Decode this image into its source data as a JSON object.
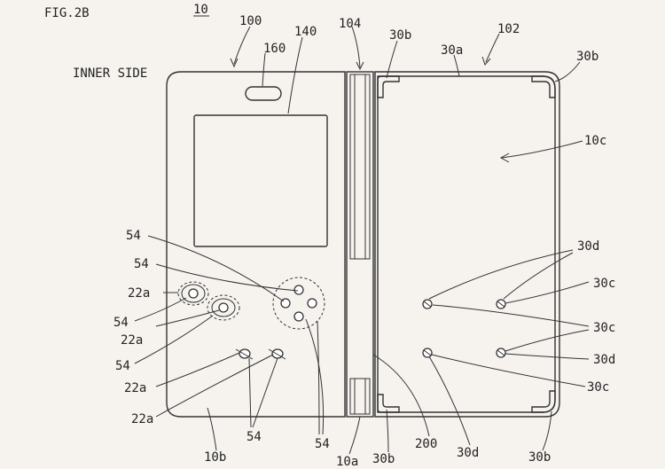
{
  "figure": {
    "title": "FIG.2B",
    "ref_main": "10",
    "side_label": "INNER SIDE"
  },
  "labels": {
    "l100": "100",
    "l104": "104",
    "l102": "102",
    "l140": "140",
    "l160": "160",
    "l30a": "30a",
    "l30b_top": "30b",
    "l30b_right": "30b",
    "l10c": "10c",
    "l54_a": "54",
    "l54_b": "54",
    "l54_c": "54",
    "l54_d": "54",
    "l54_e": "54",
    "l54_f": "54",
    "l22a_a": "22a",
    "l22a_b": "22a",
    "l22a_c": "22a",
    "l22a_d": "22a",
    "l30d_top": "30d",
    "l30c_a": "30c",
    "l30c_b": "30c",
    "l30d_right": "30d",
    "l30c_c": "30c",
    "l10b": "10b",
    "l10a": "10a",
    "l30b_bl": "30b",
    "l200": "200",
    "l30d_bottom": "30d",
    "l30b_br": "30b"
  }
}
